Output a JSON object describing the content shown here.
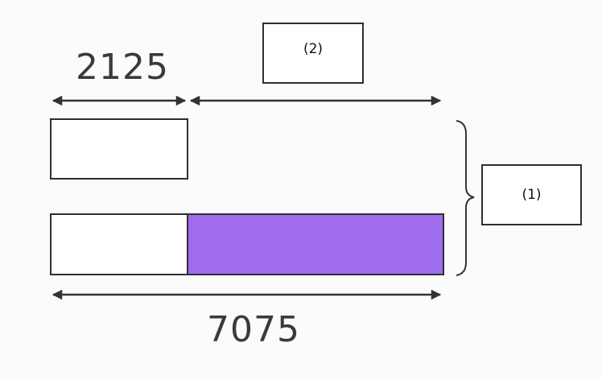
{
  "diagram": {
    "top_length": "2125",
    "total_length": "7075",
    "unknown_difference_label": "(2)",
    "unknown_total_label": "(1)"
  },
  "colors": {
    "ink": "#333333",
    "shaded_part": "#9f6cee",
    "box_fill": "#ffffff"
  }
}
